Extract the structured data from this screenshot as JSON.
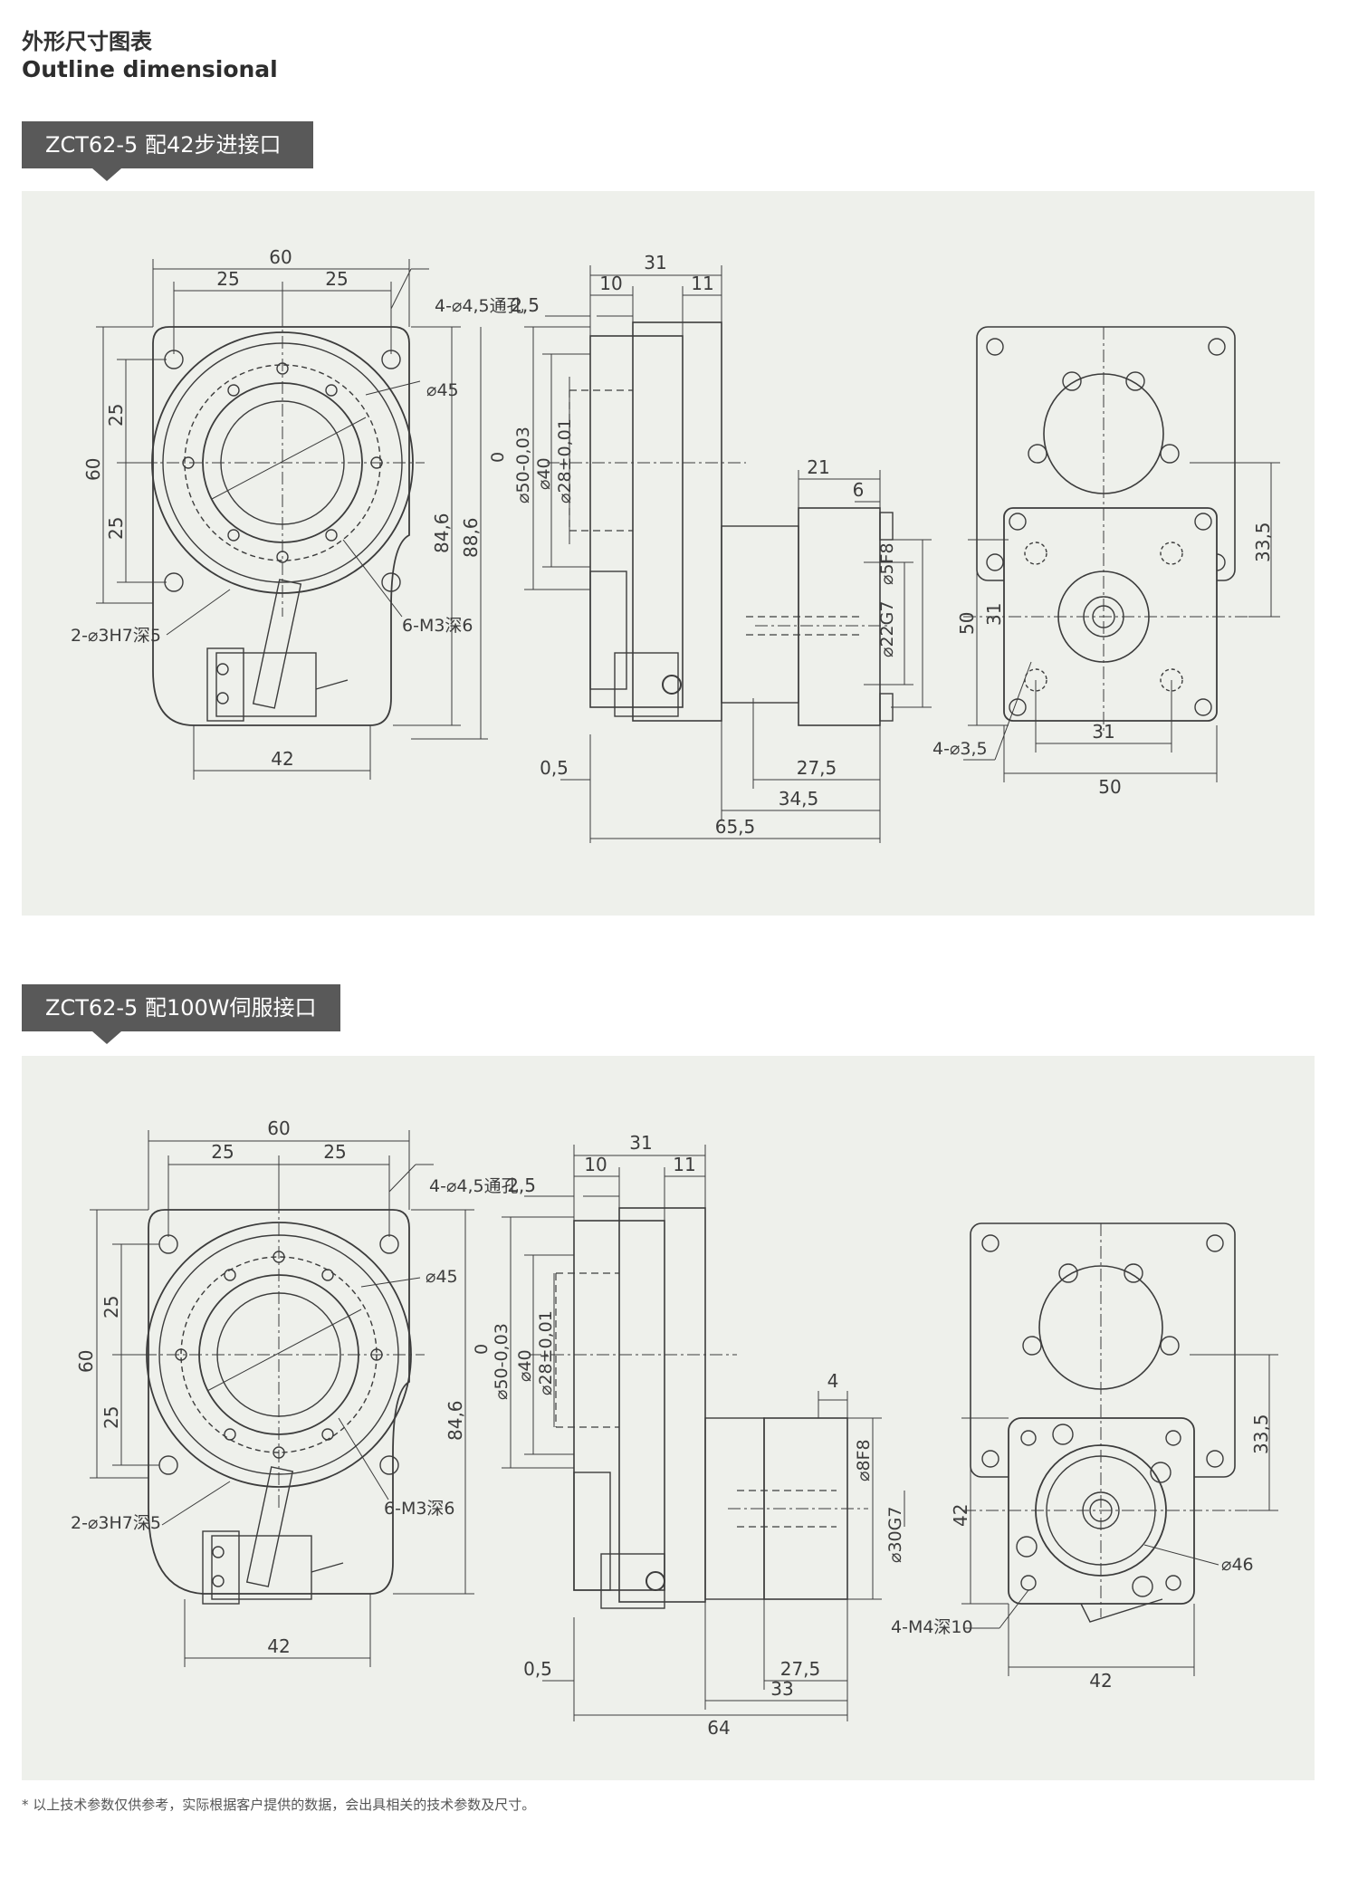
{
  "header": {
    "title_cn": "外形尺寸图表",
    "title_en": "Outline dimensional"
  },
  "sections": [
    {
      "tab": "ZCT62-5 配42步进接口",
      "front": {
        "w60": "60",
        "w25a": "25",
        "w25b": "25",
        "holes": "4-⌀4,5通孔",
        "d45": "⌀45",
        "h60": "60",
        "h25a": "25",
        "h25b": "25",
        "h846": "84,6",
        "h886": "88,6",
        "pins": "2-⌀3H7深5",
        "m3": "6-M3深6",
        "w42": "42"
      },
      "side": {
        "w31": "31",
        "w10": "10",
        "w11": "11",
        "d25": "2,5",
        "zero": "0",
        "d50": "⌀50-0,03",
        "d40": "⌀40",
        "d28": "⌀28±0,01",
        "d21": "21",
        "d6": "6",
        "d5": "⌀5F8",
        "d22": "⌀22G7",
        "d05": "0,5",
        "d275": "27,5",
        "d345": "34,5",
        "d655": "65,5"
      },
      "motor": {
        "h50": "50",
        "h31": "31",
        "h335": "33,5",
        "holes": "4-⌀3,5",
        "w31": "31",
        "w50": "50"
      }
    },
    {
      "tab": "ZCT62-5 配100W伺服接口",
      "front": {
        "w60": "60",
        "w25a": "25",
        "w25b": "25",
        "holes": "4-⌀4,5通孔",
        "d45": "⌀45",
        "h60": "60",
        "h25a": "25",
        "h25b": "25",
        "h846": "84,6",
        "pins": "2-⌀3H7深5",
        "m3": "6-M3深6",
        "w42": "42"
      },
      "side": {
        "w31": "31",
        "w10": "10",
        "w11": "11",
        "d25": "2,5",
        "zero": "0",
        "d50": "⌀50-0,03",
        "d40": "⌀40",
        "d28": "⌀28±0,01",
        "d4": "4",
        "d8": "⌀8F8",
        "d30": "⌀30G7",
        "d05": "0,5",
        "d275": "27,5",
        "d33": "33",
        "d64": "64"
      },
      "motor": {
        "h42": "42",
        "h335": "33,5",
        "d46": "⌀46",
        "holes": "4-M4深10",
        "w42": "42"
      }
    }
  ],
  "footnote": "* 以上技术参数仅供参考，实际根据客户提供的数据，会出具相关的技术参数及尺寸。"
}
